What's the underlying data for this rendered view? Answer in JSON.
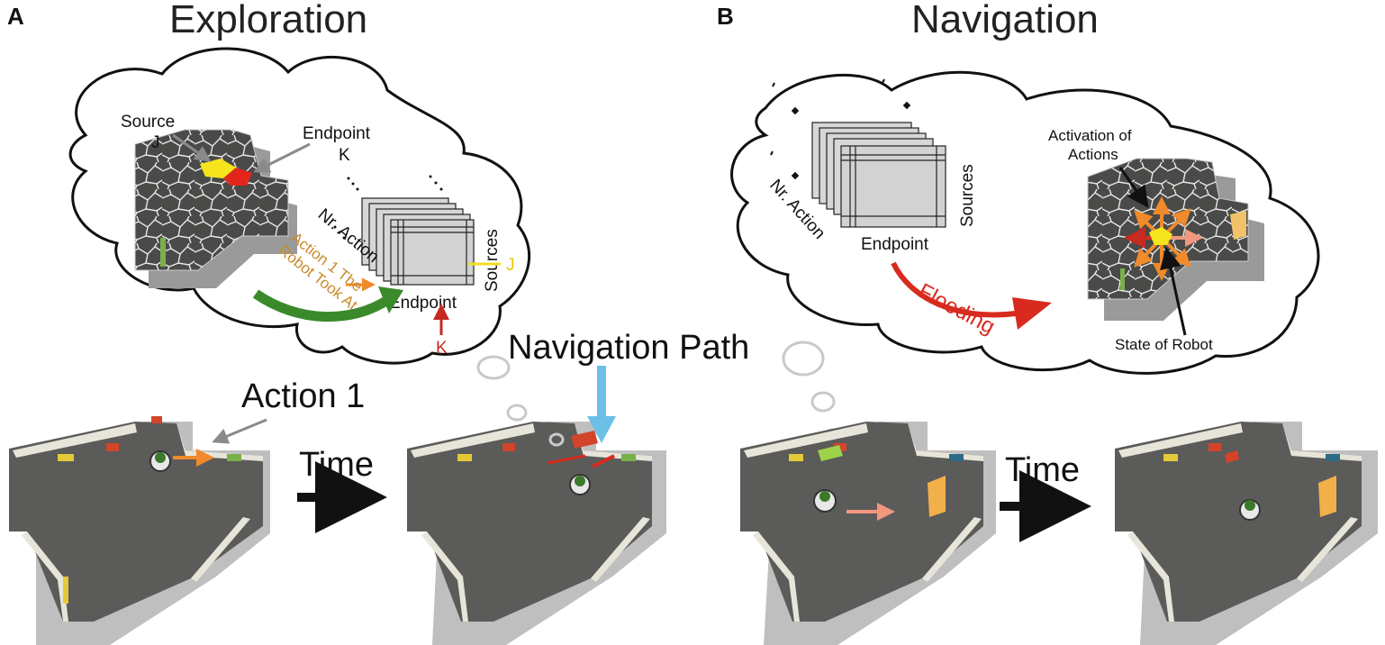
{
  "panel_a": {
    "letter": "A",
    "title": "Exploration",
    "source_label": "Source",
    "source_id": "J",
    "endpoint_label": "Endpoint",
    "endpoint_id": "K",
    "axis_action": "Nr. Action",
    "axis_endpoint": "Endpoint",
    "axis_sources": "Sources",
    "marker_j": "J",
    "marker_k": "K",
    "note_line1": "Action 1 The",
    "note_line2": "Robot Took At J",
    "action_label": "Action 1",
    "time_label": "Time"
  },
  "panel_b": {
    "letter": "B",
    "title": "Navigation",
    "axis_action": "Nr. Action",
    "axis_endpoint": "Endpoint",
    "axis_sources": "Sources",
    "flooding_label": "Flooding",
    "activation_line1": "Activation of",
    "activation_line2": "Actions",
    "state_label": "State of Robot",
    "time_label": "Time"
  },
  "navigation_path_label": "Navigation Path",
  "colors": {
    "green_arrow": "#3a8a2c",
    "red_arrow": "#d82a1e",
    "orange_arrow": "#f08a2a",
    "blue_arrow": "#6cc0e8",
    "yellow": "#f6e51c",
    "floor": "#5a5a58",
    "note_text": "#c98a2a"
  }
}
